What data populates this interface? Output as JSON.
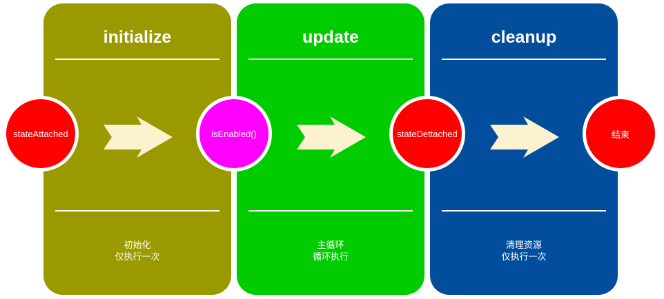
{
  "panels": [
    {
      "title": "initialize",
      "desc_line1": "初始化",
      "desc_line2": "仅执行一次",
      "color": "#9a9a00"
    },
    {
      "title": "update",
      "desc_line1": "主循环",
      "desc_line2": "循环执行",
      "color": "#00cc00"
    },
    {
      "title": "cleanup",
      "desc_line1": "清理资源",
      "desc_line2": "仅执行一次",
      "color": "#034e9c"
    }
  ],
  "nodes": [
    {
      "label": "stateAttached",
      "color": "#ff0000"
    },
    {
      "label": "isEnabled()",
      "color": "#ff00ff"
    },
    {
      "label": "stateDettached",
      "color": "#ff0000"
    },
    {
      "label": "结束",
      "color": "#ff0000"
    }
  ],
  "arrow_color": "#fdf2cf",
  "background_color": "#ffffff"
}
